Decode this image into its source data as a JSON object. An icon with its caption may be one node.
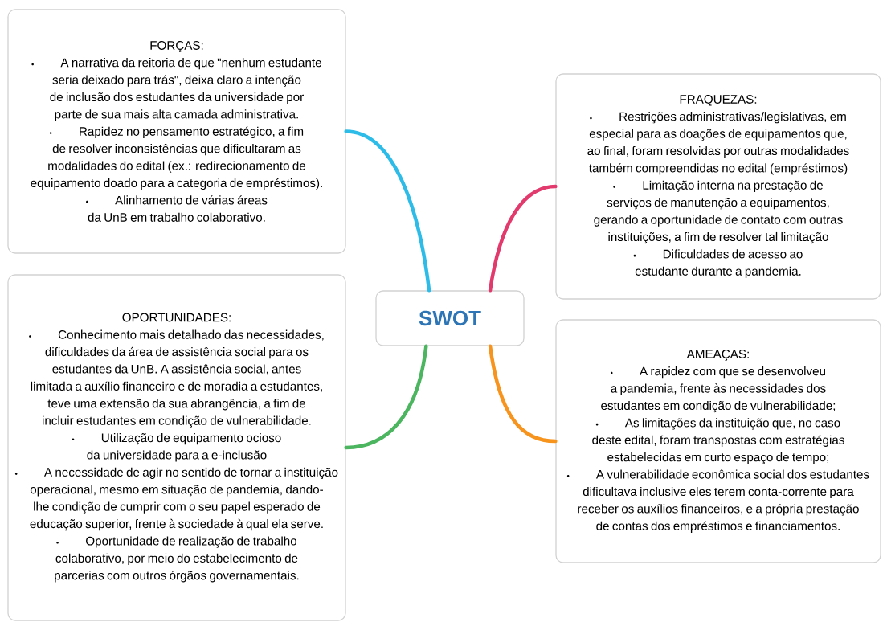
{
  "diagram": {
    "nodes": [
      {
        "text": [
          "FORÇAS:",
          "A narrativa da reitoria de que \"nenhum estudante seria deixado para trás\", deixa claro a intenção de inclusão dos estudantes da universidade por parte de sua mais alta camada administrativa.",
          "Rapidez no pensamento estratégico, a fim de resolver inconsistências que dificultaram as modalidades do edital (ex.: redirecionamento de equipamento doado para a categoria de empréstimos).",
          "Alinhamento de várias áreas da UnB em trabalho colaborativo."
        ]
      },
      {
        "text": [
          "FRAQUEZAS:",
          "Restrições administrativas/legislativas, em especial para as doações de equipamentos que, ao final, foram resolvidas por outras modalidades também compreendidas no edital (empréstimos)",
          "Limitação interna na prestação de serviços de manutenção a equipamentos, gerando a oportunidade de contato com outras instituições, a fim de resolver tal limitação",
          "Dificuldades de acesso ao estudante durante a pandemia."
        ]
      },
      {
        "text": [
          "OPORTUNIDADES:",
          "Conhecimento mais detalhado das necessidades, dificuldades da área de assistência social para os estudantes da UnB. A assistência social, antes limitada a auxílio financeiro e de moradia a estudantes, teve uma extensão da sua abrangência, a fim de incluir estudantes em condição de vulnerabilidade.",
          "Utilização de equipamento ocioso da universidade para a e-inclusão",
          "A necessidade de agir no sentido de tornar a instituição operacional, mesmo em situação de pandemia, dando-lhe condição de cumprir com o seu papel esperado de educação superior, frente à sociedade à qual ela serve.",
          "Oportunidade de realização de trabalho colaborativo, por meio do estabelecimento de parcerias com outros órgãos governamentais."
        ]
      },
      {
        "text": [
          "SWOT"
        ]
      },
      {
        "text": [
          "AMEAÇAS:",
          "A rapidez com que se desenvolveu a pandemia, frente às necessidades dos estudantes em condição de vulnerabilidade;",
          "As limitações da instituição que, no caso deste edital, foram transpostas com estratégias estabelecidas em curto espaço de tempo;",
          "A vulnerabilidade econômica social dos estudantes dificultava inclusive eles terem conta-corrente para receber os auxílios financeiros, e a própria prestação de contas dos empréstimos e financiamentos."
        ]
      }
    ],
    "edges": [
      {
        "from": 3,
        "to": 0,
        "arrow": "none",
        "color": "#2dbbe8"
      },
      {
        "from": 3,
        "to": 1,
        "arrow": "none",
        "color": "#e33a6e"
      },
      {
        "from": 3,
        "to": 2,
        "arrow": "none",
        "color": "#4cb560"
      },
      {
        "from": 3,
        "to": 4,
        "arrow": "none",
        "color": "#f7941d"
      }
    ]
  }
}
